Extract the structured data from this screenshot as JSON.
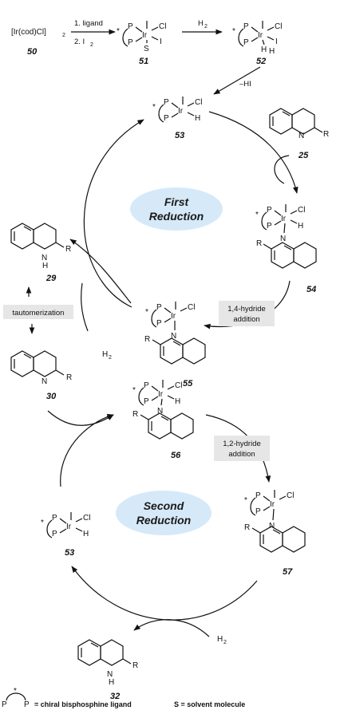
{
  "top": {
    "precursor": "[Ir(cod)Cl]",
    "precursor_sub": "2",
    "n50": "50",
    "step1": "1. ligand",
    "step2": "2. I",
    "step2_sub": "2",
    "n51": "51",
    "h2": "H",
    "h2_sub": "2",
    "n52": "52",
    "minus_hi": "–HI"
  },
  "atoms": {
    "star": "*",
    "P": "P",
    "Ir": "Ir",
    "Cl": "Cl",
    "I": "I",
    "S": "S",
    "H": "H",
    "N": "N",
    "NH": "N",
    "R": "R"
  },
  "cycle1": {
    "n53": "53",
    "n25": "25",
    "n54": "54",
    "n55": "55",
    "title_line1": "First",
    "title_line2": "Reduction",
    "hydride_1": "1,4-hydride",
    "hydride_2": "addition",
    "h2": "H",
    "h2_sub": "2"
  },
  "side": {
    "n29": "29",
    "tautomerization": "tautomerization",
    "n30": "30"
  },
  "cycle2": {
    "n56": "56",
    "n57": "57",
    "n53": "53",
    "title_line1": "Second",
    "title_line2": "Reduction",
    "hydride_1": "1,2-hydride",
    "hydride_2": "addition",
    "h2": "H",
    "h2_sub": "2"
  },
  "product": {
    "n32": "32"
  },
  "legend": {
    "ligand_def": "= chiral bisphosphine ligand",
    "solvent_def": "S = solvent molecule"
  },
  "colors": {
    "ellipse_fill": "#d6e9f8",
    "tag_fill": "#e6e6e6",
    "ink": "#111111"
  }
}
